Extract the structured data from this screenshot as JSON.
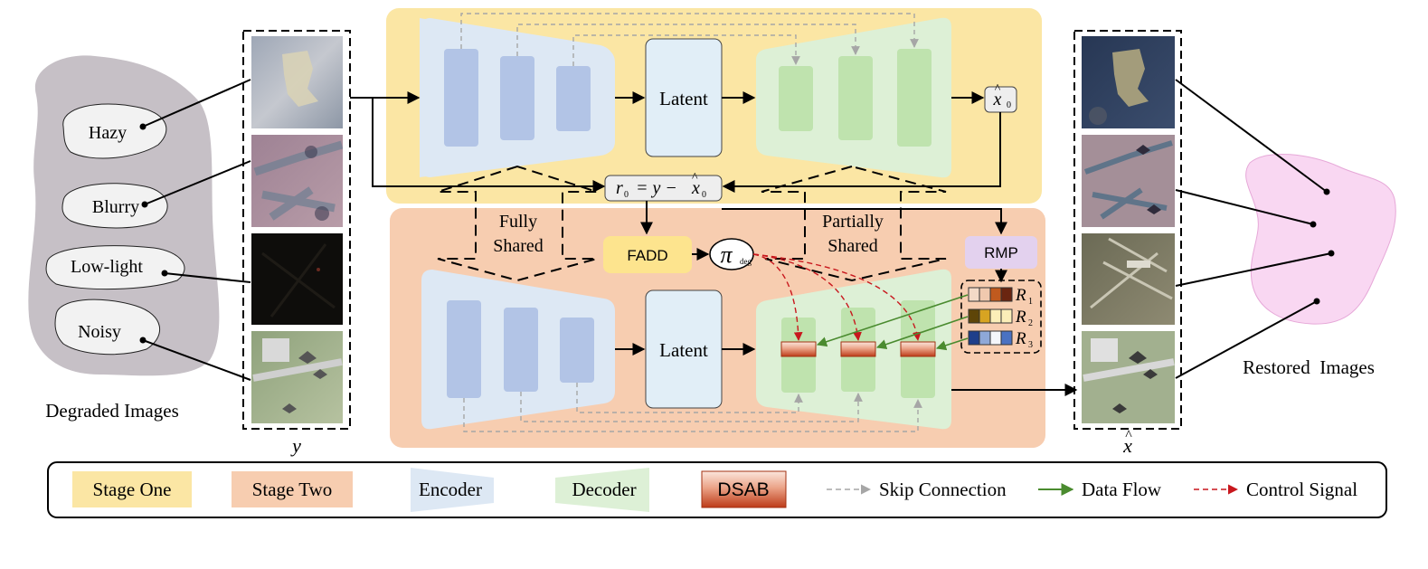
{
  "degraded": {
    "title": "Degraded Images",
    "labels": [
      "Hazy",
      "Blurry",
      "Low-light",
      "Noisy"
    ]
  },
  "input_symbol": "y",
  "output_symbol": "x",
  "restored": {
    "title": "Restored  Images"
  },
  "stage_one": {
    "latent": "Latent",
    "output_x": "x",
    "output_sub": "0"
  },
  "residual": {
    "r": "r",
    "r_sub": "0",
    "eq": "= y −",
    "x": "x",
    "x_sub": "0"
  },
  "sharing": {
    "fully_line1": "Fully",
    "fully_line2": "Shared",
    "partially_line1": "Partially",
    "partially_line2": "Shared"
  },
  "stage_two": {
    "fadd": "FADD",
    "pi": "π",
    "pi_sub": "deg",
    "rmp": "RMP",
    "latent": "Latent",
    "r_labels": [
      {
        "r": "R",
        "sub": "1"
      },
      {
        "r": "R",
        "sub": "2"
      },
      {
        "r": "R",
        "sub": "3"
      }
    ]
  },
  "legend": {
    "stage_one": "Stage One",
    "stage_two": "Stage Two",
    "encoder": "Encoder",
    "decoder": "Decoder",
    "dsab": "DSAB",
    "skip": "Skip Connection",
    "data_flow": "Data Flow",
    "control": "Control Signal"
  },
  "colors": {
    "stage_one_bg": "#fbe6a4",
    "stage_two_bg": "#f7cdb0",
    "encoder_fill": "#dde8f4",
    "encoder_block": "#b2c4e6",
    "decoder_fill": "#ddf0d6",
    "decoder_block": "#bfe3ae",
    "latent_fill": "#e1eef7",
    "fadd_fill": "#fde48e",
    "rmp_fill": "#e3d1ee",
    "degraded_blob": "#c6c0c6",
    "restored_blob": "#f9d7f2",
    "data_flow": "#4a8b2f",
    "control": "#c8171d",
    "skip": "#a6a6a6",
    "dsab_dark": "#c0441e",
    "dsab_light": "#f7d5c6"
  },
  "icons": [
    "right-arrow-icon",
    "down-arrow-icon",
    "dashed-arrow-icon"
  ]
}
